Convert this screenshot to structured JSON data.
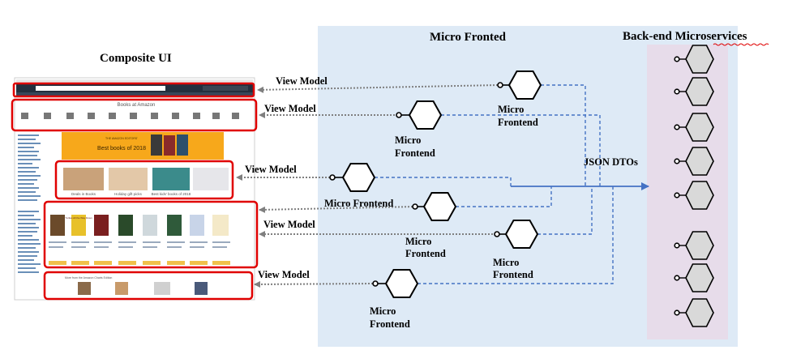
{
  "titles": {
    "composite_ui": "Composite UI",
    "micro_frontend": "Micro Fronted",
    "backend": "Back-end Microservices"
  },
  "view_model_label": "View Model",
  "micro_frontend_label": "Micro Frontend",
  "micro_label_line1": "Micro",
  "micro_label_line2": "Frontend",
  "json_dtos_label": "JSON DTOs",
  "screenshot": {
    "books_header": "Books at Amazon",
    "best_books_banner": "Best books of 2018",
    "banner_small": "THE AMAZON EDITORS'",
    "tiles": [
      "Deals in Books",
      "Holiday gift picks",
      "Best kids' books of 2018"
    ],
    "bottom_strip": "More from the Amazon Charts Edition",
    "book_title_sample": "Turtles All the Way Down"
  },
  "colors": {
    "micro_frontend_panel": "#deeaf6",
    "backend_panel": "#e7dcea",
    "view_model_arrow": "#7f7f7f",
    "json_line": "#4472c4",
    "highlight_box": "#e00000",
    "service_hexagon": "#d9d9d9"
  }
}
